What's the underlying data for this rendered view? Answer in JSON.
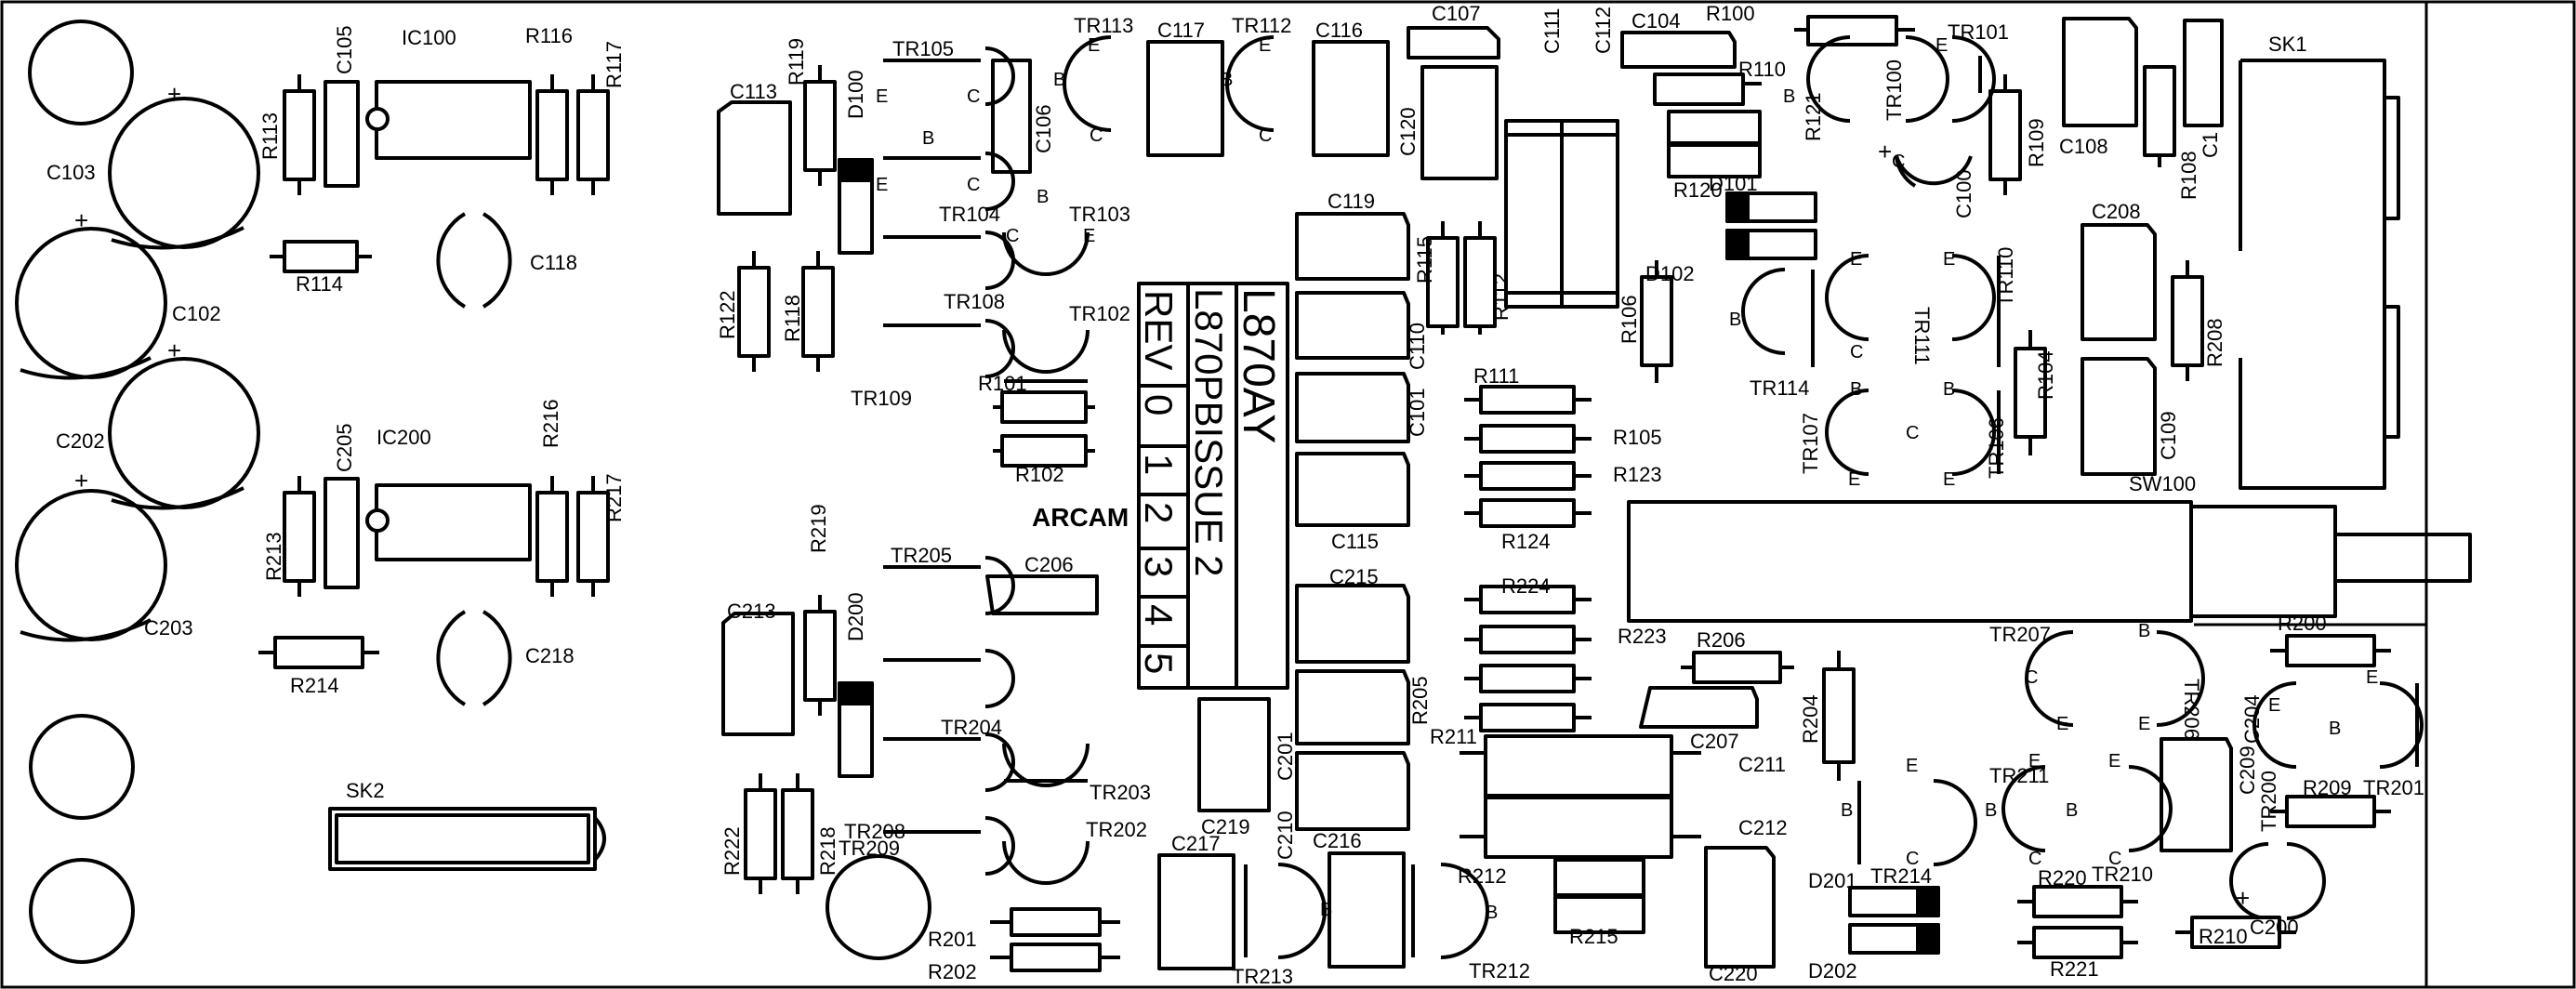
{
  "logo": "ARCAM",
  "board_title": "L870AY",
  "board_subtitle": "L870PBISSUE 2",
  "rev_label": "REV",
  "rev_digits": [
    "0",
    "1",
    "2",
    "3",
    "4",
    "5"
  ],
  "pin_letters": {
    "b": "B",
    "c": "C",
    "e": "E"
  },
  "polarity_mark": "+",
  "labels": [
    "C105",
    "IC100",
    "R116",
    "R117",
    "C103",
    "R113",
    "C102",
    "R114",
    "C118",
    "C202",
    "IC200",
    "C205",
    "R216",
    "R217",
    "R213",
    "C203",
    "R214",
    "C218",
    "SK2",
    "C113",
    "R119",
    "D100",
    "TR105",
    "C106",
    "TR113",
    "C117",
    "TR112",
    "C116",
    "C107",
    "C111",
    "C112",
    "C104",
    "R100",
    "TR101",
    "R110",
    "R121",
    "TR100",
    "R109",
    "C108",
    "R108",
    "C1",
    "SK1",
    "C120",
    "R120",
    "D101",
    "C100",
    "TR104",
    "TR103",
    "R122",
    "R118",
    "TR108",
    "TR102",
    "C119",
    "R115",
    "R112",
    "D102",
    "TR110",
    "R106",
    "C110",
    "R104",
    "C208",
    "R208",
    "TR109",
    "R101",
    "R102",
    "TR114",
    "TR111",
    "R111",
    "C101",
    "R105",
    "R123",
    "TR107",
    "TR106",
    "C109",
    "SW100",
    "C115",
    "R124",
    "R219",
    "TR205",
    "C206",
    "C213",
    "D200",
    "C215",
    "R224",
    "R223",
    "R206",
    "R200",
    "TR207",
    "TR206",
    "C204",
    "TR204",
    "R205",
    "C207",
    "C201",
    "R211",
    "C211",
    "R204",
    "TR203",
    "R222",
    "R218",
    "TR208",
    "TR209",
    "TR202",
    "C219",
    "C210",
    "R209",
    "TR201",
    "TR200",
    "C209",
    "TR211",
    "TR210",
    "C212",
    "C217",
    "C216",
    "R212",
    "R201",
    "R202",
    "TR213",
    "TR212",
    "R215",
    "D201",
    "TR214",
    "R220",
    "C200",
    "D202",
    "C220",
    "R221",
    "R210"
  ]
}
